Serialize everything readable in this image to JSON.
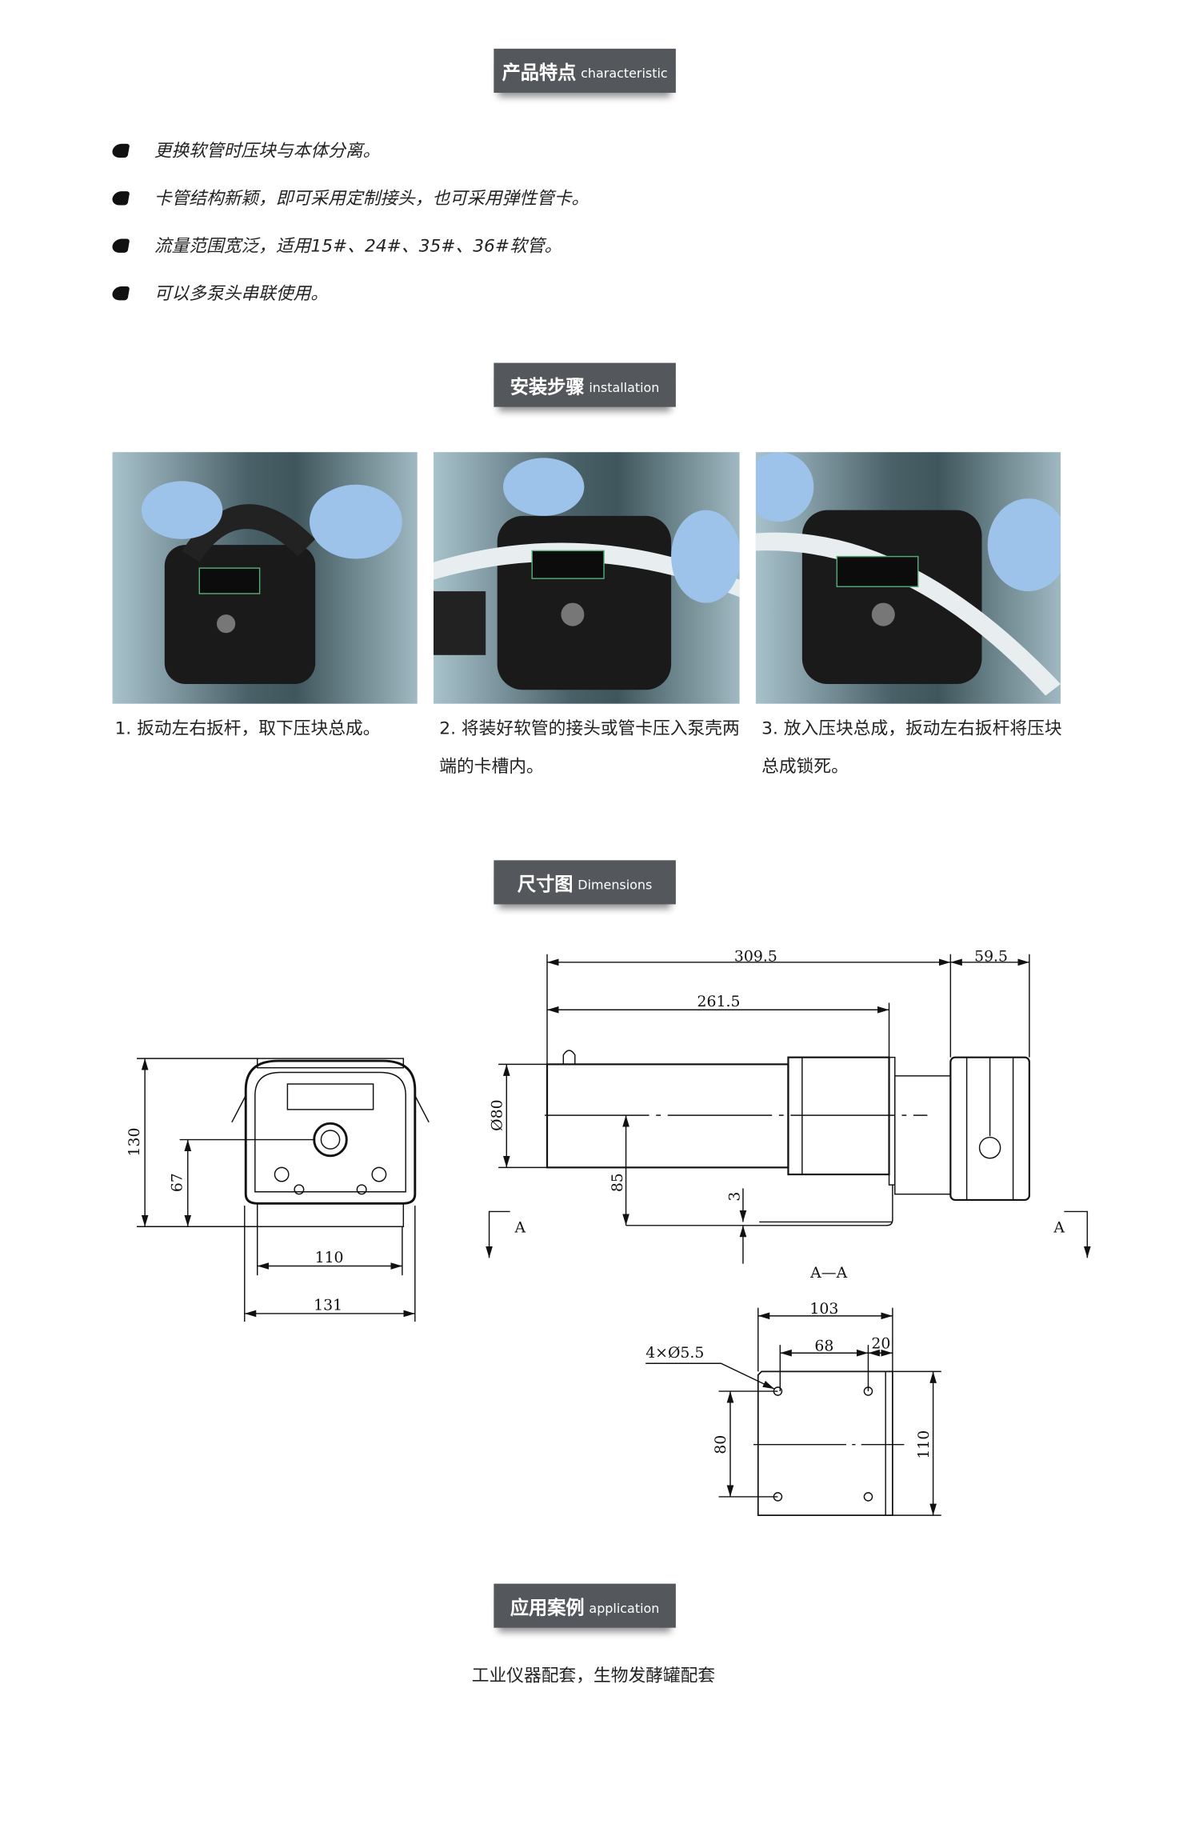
{
  "sections": {
    "characteristic": {
      "zh": "产品特点",
      "en": "characteristic"
    },
    "installation": {
      "zh": "安装步骤",
      "en": "installation"
    },
    "dimensions": {
      "zh": "尺寸图",
      "en": "Dimensions"
    },
    "application": {
      "zh": "应用案例",
      "en": "application"
    }
  },
  "features": [
    "更换软管时压块与本体分离。",
    "卡管结构新颖，即可采用定制接头，也可采用弹性管卡。",
    "流量范围宽泛，适用15#、24#、35#、36#软管。",
    "可以多泵头串联使用。"
  ],
  "steps": [
    "1. 扳动左右扳杆，取下压块总成。",
    "2. 将装好软管的接头或管卡压入泵壳两端的卡槽内。",
    "3. 放入压块总成，扳动左右扳杆将压块总成锁死。"
  ],
  "dimensions": {
    "front": {
      "height": "130",
      "shaft_height": "67",
      "inner_width": "110",
      "width": "131"
    },
    "side": {
      "total_length": "309.5",
      "head_length": "59.5",
      "motor_length": "261.5",
      "diameter": "Ø80",
      "center_height": "85",
      "plate_thickness": "3",
      "section_mark": "A"
    },
    "section": {
      "title": "A—A",
      "width": "103",
      "hole_spacing_x": "68",
      "edge": "20",
      "hole_spacing_y": "80",
      "height": "110",
      "holes": "4×Ø5.5"
    }
  },
  "application_text": "工业仪器配套，生物发酵罐配套"
}
